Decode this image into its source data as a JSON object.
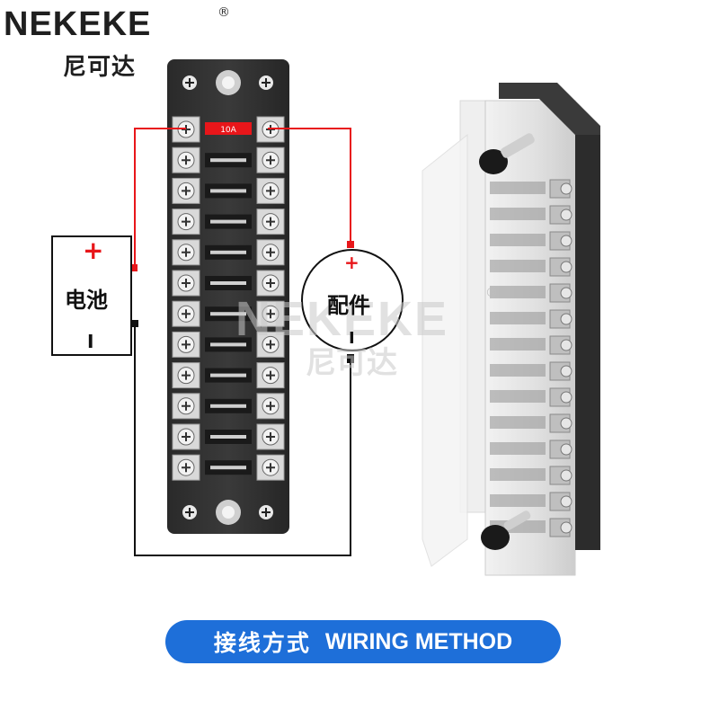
{
  "brand": {
    "name_en": "NEKEKE",
    "registered": "®",
    "name_cn": "尼可达"
  },
  "diagram": {
    "battery_label": "电池",
    "battery_positive": "+",
    "battery_negative": "I",
    "accessory_label": "配件",
    "accessory_positive": "+",
    "accessory_negative": "I",
    "fuse_rating": "10A",
    "fuse_count": 12
  },
  "footer": {
    "title_cn": "接线方式",
    "title_en": "WIRING METHOD"
  },
  "colors": {
    "wire_positive": "#e8161a",
    "wire_negative": "#111111",
    "footer_bg": "#1e6fd9",
    "logo_accent": "#b8743a"
  }
}
